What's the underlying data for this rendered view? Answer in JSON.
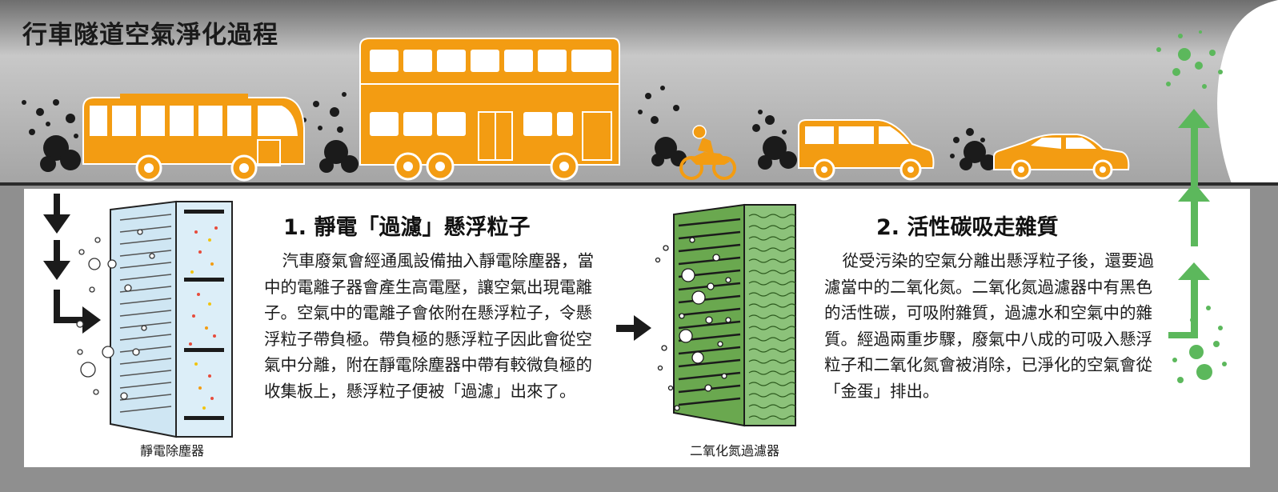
{
  "title": "行車隧道空氣淨化過程",
  "step1": {
    "heading": "1. 靜電「過濾」懸浮粒子",
    "body": "汽車廢氣會經通風設備抽入靜電除塵器，當中的電離子器會產生高電壓，讓空氣出現電離子。空氣中的電離子會依附在懸浮粒子，令懸浮粒子帶負極。帶負極的懸浮粒子因此會從空氣中分離，附在靜電除塵器中帶有較微負極的收集板上，懸浮粒子便被「過濾」出來了。",
    "caption": "靜電除塵器"
  },
  "step2": {
    "heading": "2. 活性碳吸走雜質",
    "body": "從受污染的空氣分離出懸浮粒子後，還要過濾當中的二氧化氮。二氧化氮過濾器中有黑色的活性碳，可吸附雜質，過濾水和空氣中的雜質。經過兩重步驟，廢氣中八成的可吸入懸浮粒子和二氧化氮會被消除，已淨化的空氣會從「金蛋」排出。",
    "caption": "二氧化氮過濾器"
  },
  "vehicles": [
    "bus",
    "double-decker-bus",
    "motorcycle",
    "van",
    "car"
  ],
  "icons": [
    "exhaust-smoke-icon",
    "down-arrow-icon",
    "right-arrow-icon",
    "up-arrow-icon",
    "clean-air-particles-icon"
  ],
  "colors": {
    "tunnel_gray": "#9a9a9a",
    "panel_white": "#ffffff",
    "vehicle_orange": "#f39c12",
    "filter_blue": "#cfe6f3",
    "filter_green": "#6aa84f",
    "clean_arrow_green": "#5cb85c",
    "text_dark": "#1a1a1a"
  }
}
